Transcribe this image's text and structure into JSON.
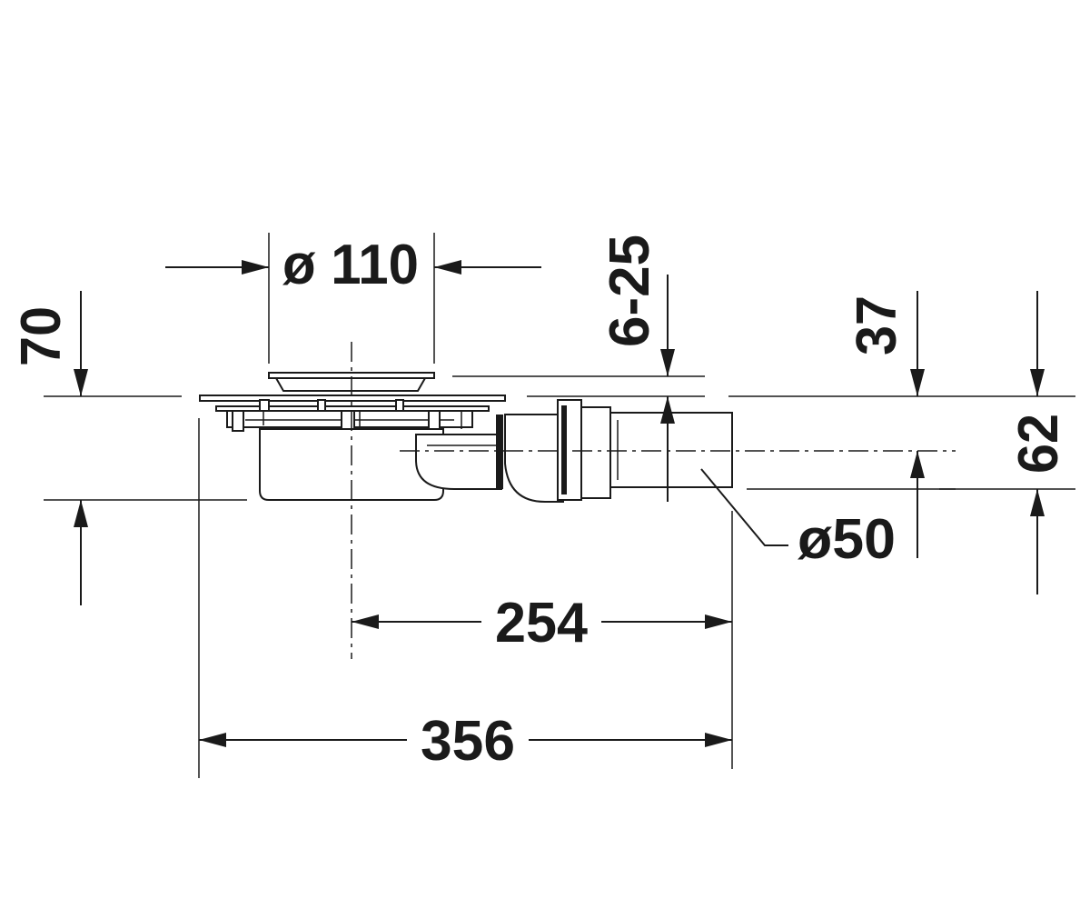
{
  "dimensions": {
    "drain_diameter": "ø 110",
    "adjust_range": "6-25",
    "top_height": "70",
    "depth_37": "37",
    "height_62": "62",
    "outlet_diameter": "ø50",
    "length_254": "254",
    "length_356": "356"
  },
  "colors": {
    "ink": "#1a1a1a",
    "background": "#ffffff"
  }
}
